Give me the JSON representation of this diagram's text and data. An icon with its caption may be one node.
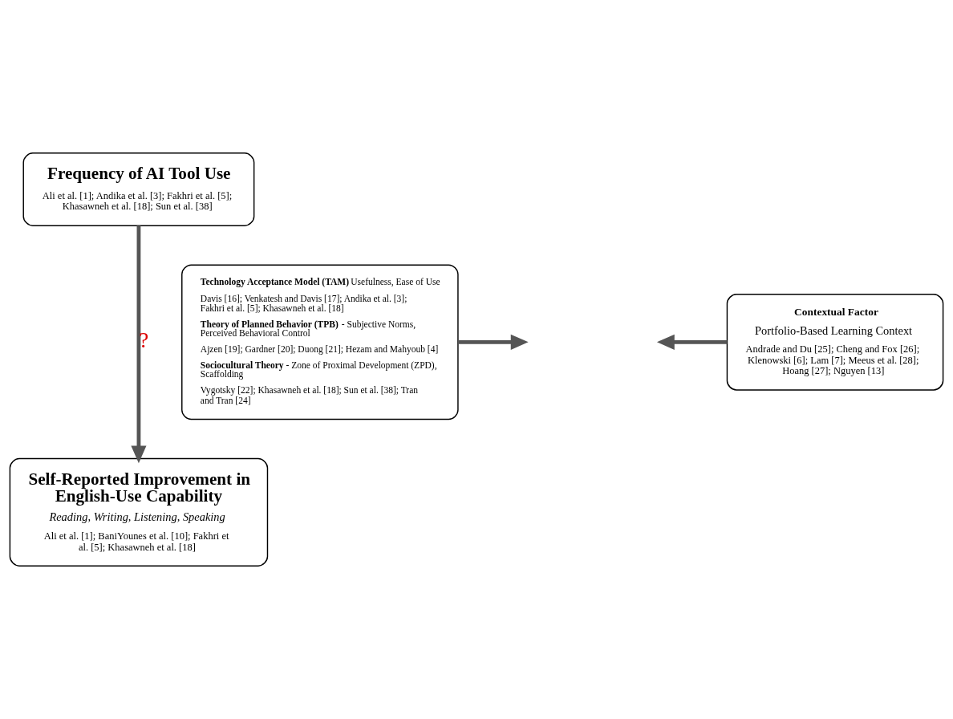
{
  "diagram": {
    "nodes": [
      {
        "text": [
          "Frequency of AI Tool Use",
          "Ali et al. [1]; Andika et al. [3]; Fakhri et al. [5]; Khasawneh et al. [18]; Sun et al. [38]"
        ]
      },
      {
        "text": [
          "**Technology Acceptance Model (TAM)** Usefulness, Ease of Use",
          "Davis [16]; Venkatesh and Davis [17]; Andika et al. [3]; Fakhri et al. [5]; Khasawneh et al. [18]",
          "**Theory of Planned Behavior (TPB)** - Subjective Norms, Perceived Behavioral Control",
          "Ajzen [19]; Gardner [20]; Duong [21]; Hezam and Mahyoub [4]",
          "**Sociocultural Theory** - Zone of Proximal Development (ZPD), Scaffolding",
          "Vygotsky [22]; Khasawneh et al. [18]; Sun et al. [38]; Tran and Tran [24]"
        ]
      },
      {
        "text": [
          "Contextual Factor",
          "Portfolio-Based Learning Context",
          "Andrade and Du [25]; Cheng and Fox [26]; Klenowski [6]; Lam [7]; Meeus et al. [28]; Hoang [27]; Nguyen [13]"
        ]
      },
      {
        "text": [
          "Self-Reported Improvement in English-Use Capability",
          "Reading, Writing, Listening, Speaking",
          "Ali et al. [1]; BaniYounes et al. [10]; Fakhri et al. [5]; Khasawneh et al. [18]"
        ]
      }
    ],
    "edges": [
      {
        "from": 0,
        "to": 3,
        "arrow": "to",
        "label": "?"
      },
      {
        "from": 1,
        "to": null,
        "arrow": "to"
      },
      {
        "from": 2,
        "to": null,
        "arrow": "to"
      }
    ]
  }
}
